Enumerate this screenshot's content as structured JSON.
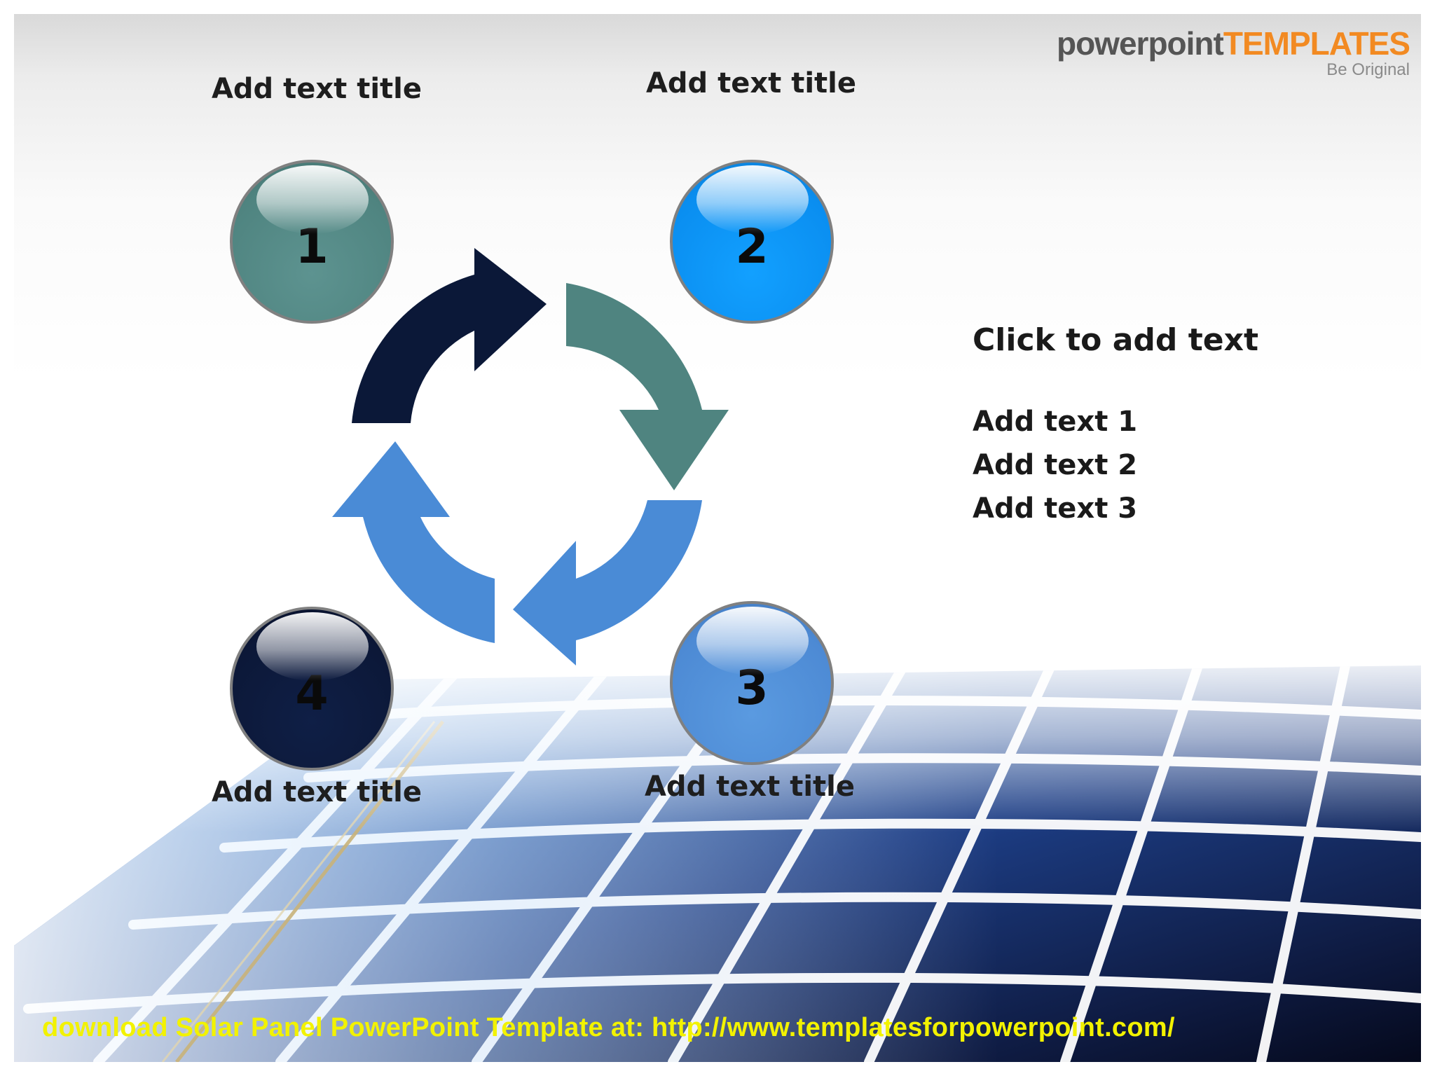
{
  "slide": {
    "logo": {
      "main_dark": "powerpoint",
      "main_orange": "TEMPLATES",
      "tagline": "Be Original"
    },
    "steps": [
      {
        "number": "1",
        "title": "Add text title",
        "color": "#4f8480"
      },
      {
        "number": "2",
        "title": "Add text title",
        "color": "#0a8ef0"
      },
      {
        "number": "3",
        "title": "Add text title",
        "color": "#4d8ad4"
      },
      {
        "number": "4",
        "title": "Add text title",
        "color": "#0c1838"
      }
    ],
    "arrow_colors": [
      "#0b1838",
      "#4f8480",
      "#4a8bd6",
      "#4a8bd6"
    ],
    "content": {
      "heading": "Click to add text",
      "items": [
        "Add text 1",
        "Add text 2",
        "Add text 3"
      ]
    },
    "footer": "download Solar Panel PowerPoint Template at: http://www.templatesforpowerpoint.com/"
  }
}
